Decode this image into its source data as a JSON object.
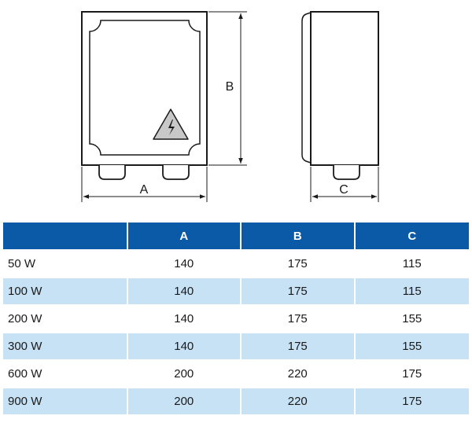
{
  "drawing": {
    "dim_labels": {
      "a": "A",
      "b": "B",
      "c": "C"
    },
    "icons": {
      "warning": "high-voltage-warning-icon"
    }
  },
  "table": {
    "headers": [
      "",
      "A",
      "B",
      "C"
    ],
    "rows": [
      {
        "label": "50 W",
        "a": "140",
        "b": "175",
        "c": "115"
      },
      {
        "label": "100 W",
        "a": "140",
        "b": "175",
        "c": "115"
      },
      {
        "label": "200 W",
        "a": "140",
        "b": "175",
        "c": "155"
      },
      {
        "label": "300 W",
        "a": "140",
        "b": "175",
        "c": "155"
      },
      {
        "label": "600 W",
        "a": "200",
        "b": "220",
        "c": "175"
      },
      {
        "label": "900 W",
        "a": "200",
        "b": "220",
        "c": "175"
      }
    ],
    "colors": {
      "header_bg": "#0a5aa8",
      "header_text": "#ffffff",
      "stripe": "#c7e1f5"
    }
  }
}
